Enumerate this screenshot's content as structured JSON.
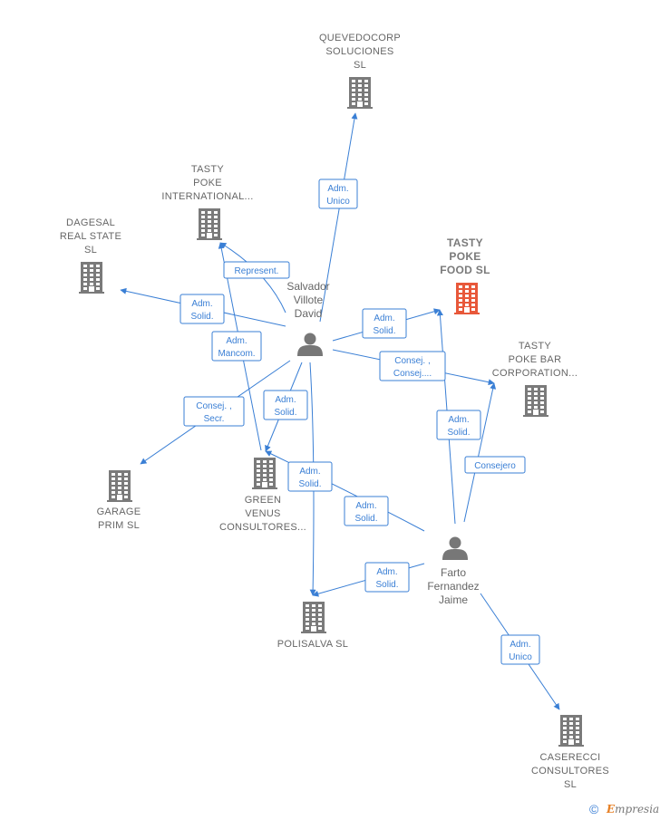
{
  "colors": {
    "edge": "#3a7fd5",
    "company": "#7a7a7a",
    "main_company": "#e8583a",
    "person": "#777777"
  },
  "nodes": {
    "quevedocorp": {
      "kind": "company",
      "icon": "building-icon",
      "lines": [
        "QUEVEDOCORP",
        "SOLUCIONES",
        "SL"
      ]
    },
    "tasty_intl": {
      "kind": "company",
      "icon": "building-icon",
      "lines": [
        "TASTY",
        "POKE",
        "INTERNATIONAL..."
      ]
    },
    "dagesal": {
      "kind": "company",
      "icon": "building-icon",
      "lines": [
        "DAGESAL",
        "REAL STATE",
        "SL"
      ]
    },
    "tasty_food": {
      "kind": "company",
      "icon": "building-icon",
      "main": true,
      "lines": [
        "TASTY",
        "POKE",
        "FOOD  SL"
      ]
    },
    "tasty_bar": {
      "kind": "company",
      "icon": "building-icon",
      "lines": [
        "TASTY",
        "POKE BAR",
        "CORPORATION..."
      ]
    },
    "garage": {
      "kind": "company",
      "icon": "building-icon",
      "lines": [
        "GARAGE",
        "PRIM  SL"
      ]
    },
    "green": {
      "kind": "company",
      "icon": "building-icon",
      "lines": [
        "GREEN",
        "VENUS",
        "CONSULTORES..."
      ]
    },
    "polisalva": {
      "kind": "company",
      "icon": "building-icon",
      "lines": [
        "POLISALVA  SL"
      ]
    },
    "caserecci": {
      "kind": "company",
      "icon": "building-icon",
      "lines": [
        "CASERECCI",
        "CONSULTORES",
        "SL"
      ]
    },
    "salvador": {
      "kind": "person",
      "icon": "person-icon",
      "lines": [
        "Salvador",
        "Villote",
        "David"
      ]
    },
    "farto": {
      "kind": "person",
      "icon": "person-icon",
      "lines": [
        "Farto",
        "Fernandez",
        "Jaime"
      ]
    }
  },
  "edges": [
    {
      "from": "salvador",
      "to": "quevedocorp",
      "lines": [
        "Adm.",
        "Unico"
      ]
    },
    {
      "from": "salvador",
      "to": "tasty_intl",
      "lines": [
        "Represent."
      ]
    },
    {
      "from": "green",
      "to": "tasty_intl",
      "lines": [
        "Adm.",
        "Mancom."
      ]
    },
    {
      "from": "salvador",
      "to": "dagesal",
      "lines": [
        "Adm.",
        "Solid."
      ]
    },
    {
      "from": "salvador",
      "to": "tasty_food",
      "lines": [
        "Adm.",
        "Solid."
      ]
    },
    {
      "from": "salvador",
      "to": "tasty_bar",
      "lines": [
        "Consej. ,",
        "Consej...."
      ]
    },
    {
      "from": "salvador",
      "to": "garage",
      "lines": [
        "Consej. ,",
        "Secr."
      ]
    },
    {
      "from": "salvador",
      "to": "green",
      "lines": [
        "Adm.",
        "Solid."
      ]
    },
    {
      "from": "salvador",
      "to": "polisalva",
      "lines": [
        "Adm.",
        "Solid."
      ]
    },
    {
      "from": "farto",
      "to": "tasty_food",
      "lines": [
        "Adm.",
        "Solid."
      ]
    },
    {
      "from": "farto",
      "to": "tasty_bar",
      "lines": [
        "Consejero"
      ]
    },
    {
      "from": "farto",
      "to": "green",
      "lines": [
        "Adm.",
        "Solid."
      ]
    },
    {
      "from": "farto",
      "to": "polisalva",
      "lines": [
        "Adm.",
        "Solid."
      ]
    },
    {
      "from": "farto",
      "to": "caserecci",
      "lines": [
        "Adm.",
        "Unico"
      ]
    }
  ],
  "brand": {
    "symbol": "©",
    "initial": "E",
    "rest": "mpresia"
  }
}
